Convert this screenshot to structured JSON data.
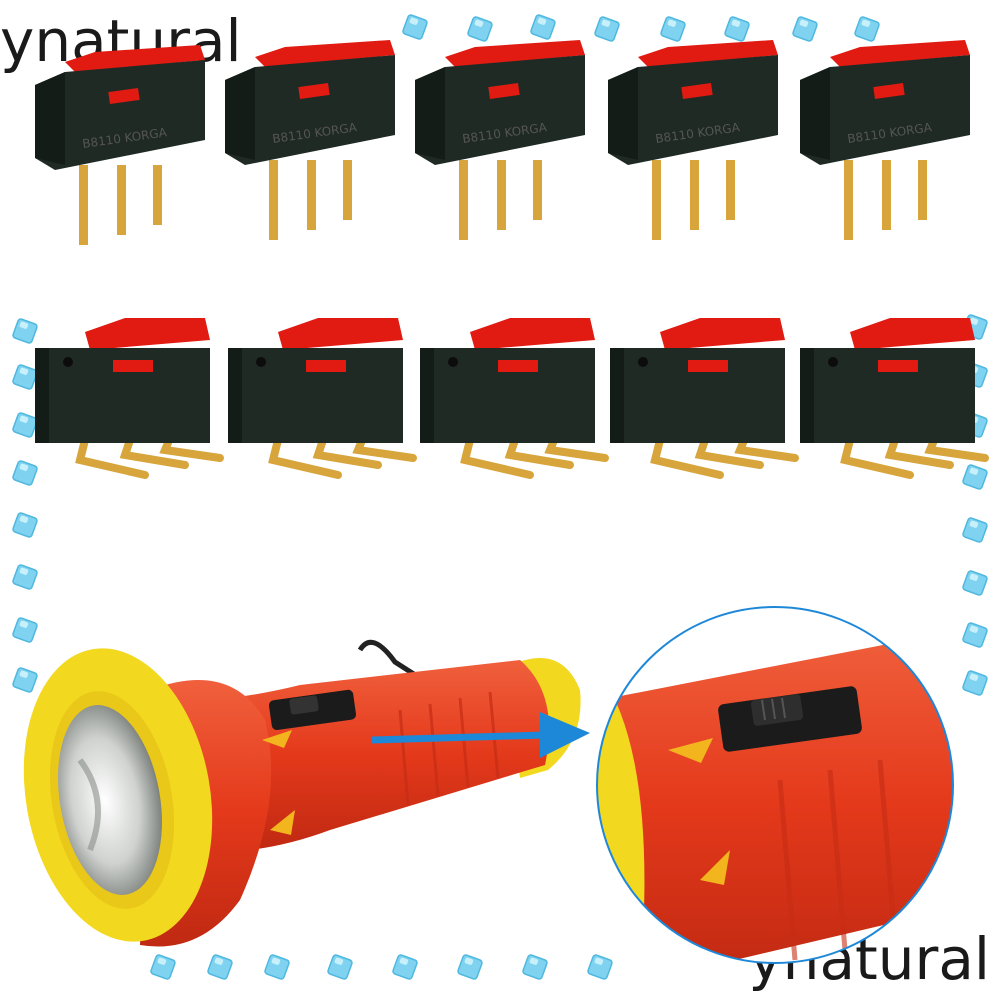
{
  "watermark": {
    "top_left": "ynatural",
    "bottom_right": "ynatural"
  },
  "switch": {
    "model_marking": "B8110 KORGA"
  },
  "colors": {
    "switch_body": "#1f2a25",
    "switch_actuator": "#e11b12",
    "pins": "#d7a53c",
    "flashlight_body": "#e4391b",
    "flashlight_bezel": "#f2d81e",
    "arrow": "#1e88d8",
    "ice_cube": "#7fd3f0"
  },
  "product": {
    "straight_pin_switch_count": 5,
    "bent_pin_switch_count": 5,
    "application": "flashlight"
  }
}
